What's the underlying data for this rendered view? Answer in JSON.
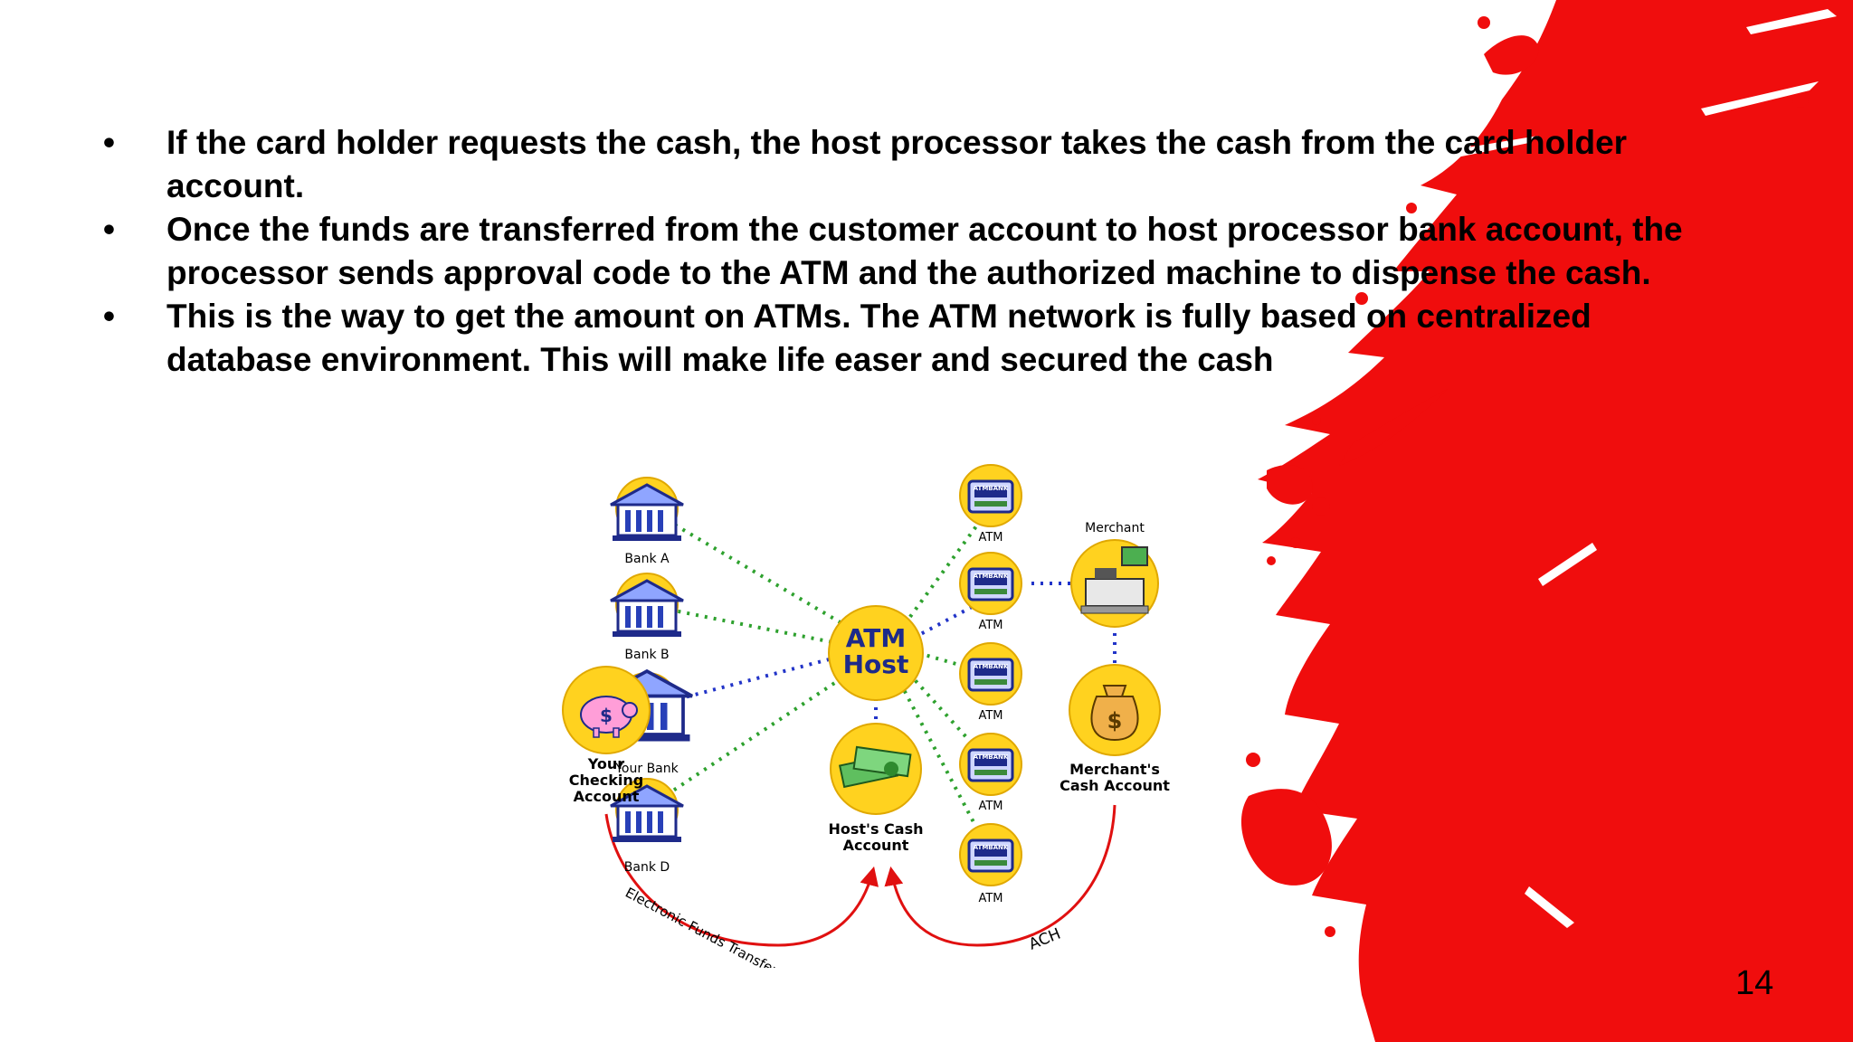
{
  "bullets": [
    " If the card holder requests the cash, the host processor takes the cash from the card holder account.",
    "Once the funds are transferred from the customer account to host processor bank account, the processor sends approval code to the ATM and the authorized machine to dispense the cash.",
    "This is the way to get the amount on ATMs. The ATM network is fully based on centralized database environment. This will make life easer and secured the cash"
  ],
  "bullet_marker": "•",
  "diagram": {
    "host_line1": "ATM",
    "host_line2": "Host",
    "bank_a": "Bank A",
    "bank_b": "Bank B",
    "your_bank": "Your Bank",
    "bank_d": "Bank D",
    "checking_line1": "Your",
    "checking_line2": "Checking",
    "checking_line3": "Account",
    "host_cash_line1": "Host's Cash",
    "host_cash_line2": "Account",
    "atm_label": "ATM",
    "atm_screen_text": "ATMBANK",
    "merchant": "Merchant",
    "merchant_cash_line1": "Merchant's",
    "merchant_cash_line2": "Cash Account",
    "eft_label": "Electronic Funds Transfer",
    "ach_label": "ACH"
  },
  "page_number": "14",
  "colors": {
    "splash_red": "#f00d0d",
    "node_yellow": "#ffd21f",
    "link_green": "#2ea12e",
    "link_blue": "#2234c8",
    "arrow_red": "#e01010"
  }
}
